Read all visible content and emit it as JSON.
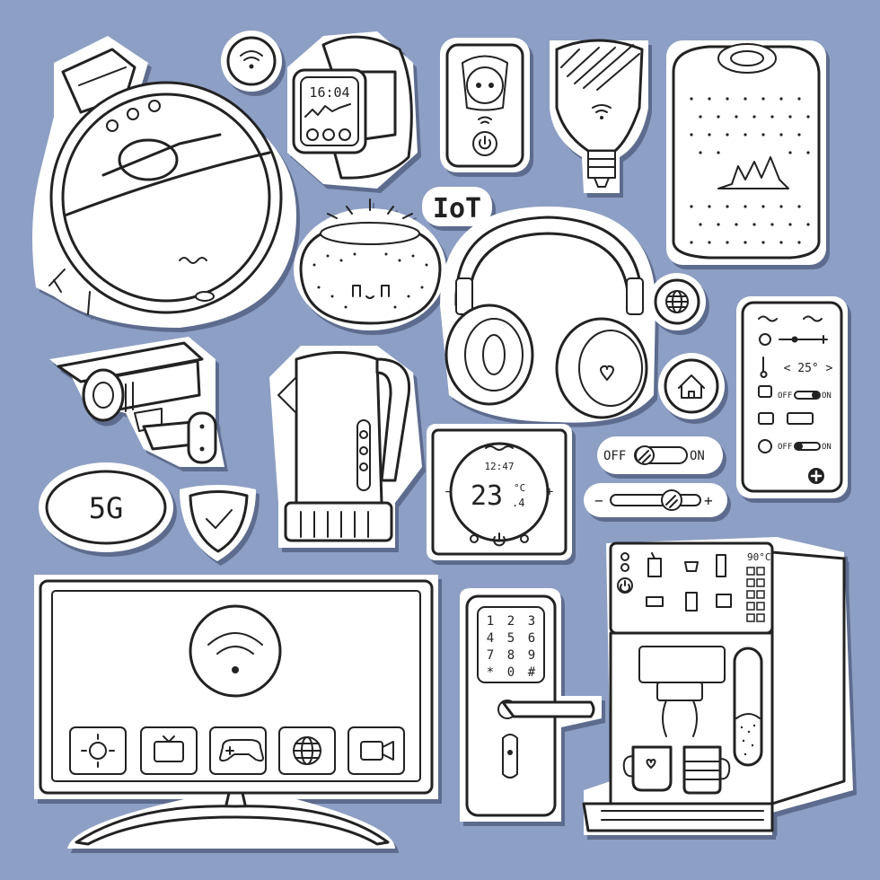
{
  "colors": {
    "background": "#8d9fc4",
    "sticker": "#ffffff",
    "ink": "#222222",
    "shadow": "#5d6c8e"
  },
  "badges": {
    "iot": "IoT",
    "five_g": "5G"
  },
  "smartwatch": {
    "time": "16:04"
  },
  "thermostat": {
    "time": "12:47",
    "temp_main": "23",
    "temp_decimal": ".4",
    "unit": "°C",
    "minus": "−",
    "plus": "+"
  },
  "phone_app": {
    "temp_readout": "< 25° >",
    "switch_off": "OFF",
    "switch_on": "ON",
    "add": "+"
  },
  "toggle_switch": {
    "off": "OFF",
    "on": "ON"
  },
  "slider": {
    "minus": "−",
    "plus": "+"
  },
  "keypad": {
    "keys": [
      "1",
      "2",
      "3",
      "4",
      "5",
      "6",
      "7",
      "8",
      "9",
      "*",
      "0",
      "#"
    ]
  },
  "coffee_machine": {
    "temperature": "90°C"
  },
  "tv": {
    "apps": [
      "sun-icon",
      "tv-icon",
      "gamepad-icon",
      "globe-icon",
      "camera-icon"
    ]
  },
  "icons": [
    "robot-vacuum",
    "wifi-badge",
    "smartwatch",
    "smart-plug",
    "smart-bulb",
    "smart-speaker",
    "iot-badge",
    "smart-hub",
    "headphones",
    "globe-badge",
    "smartphone-app",
    "security-camera",
    "kettle",
    "thermostat",
    "home-badge",
    "toggle-switch",
    "slider-control",
    "five-g-badge",
    "shield-check",
    "smart-tv",
    "smart-lock",
    "coffee-machine"
  ]
}
